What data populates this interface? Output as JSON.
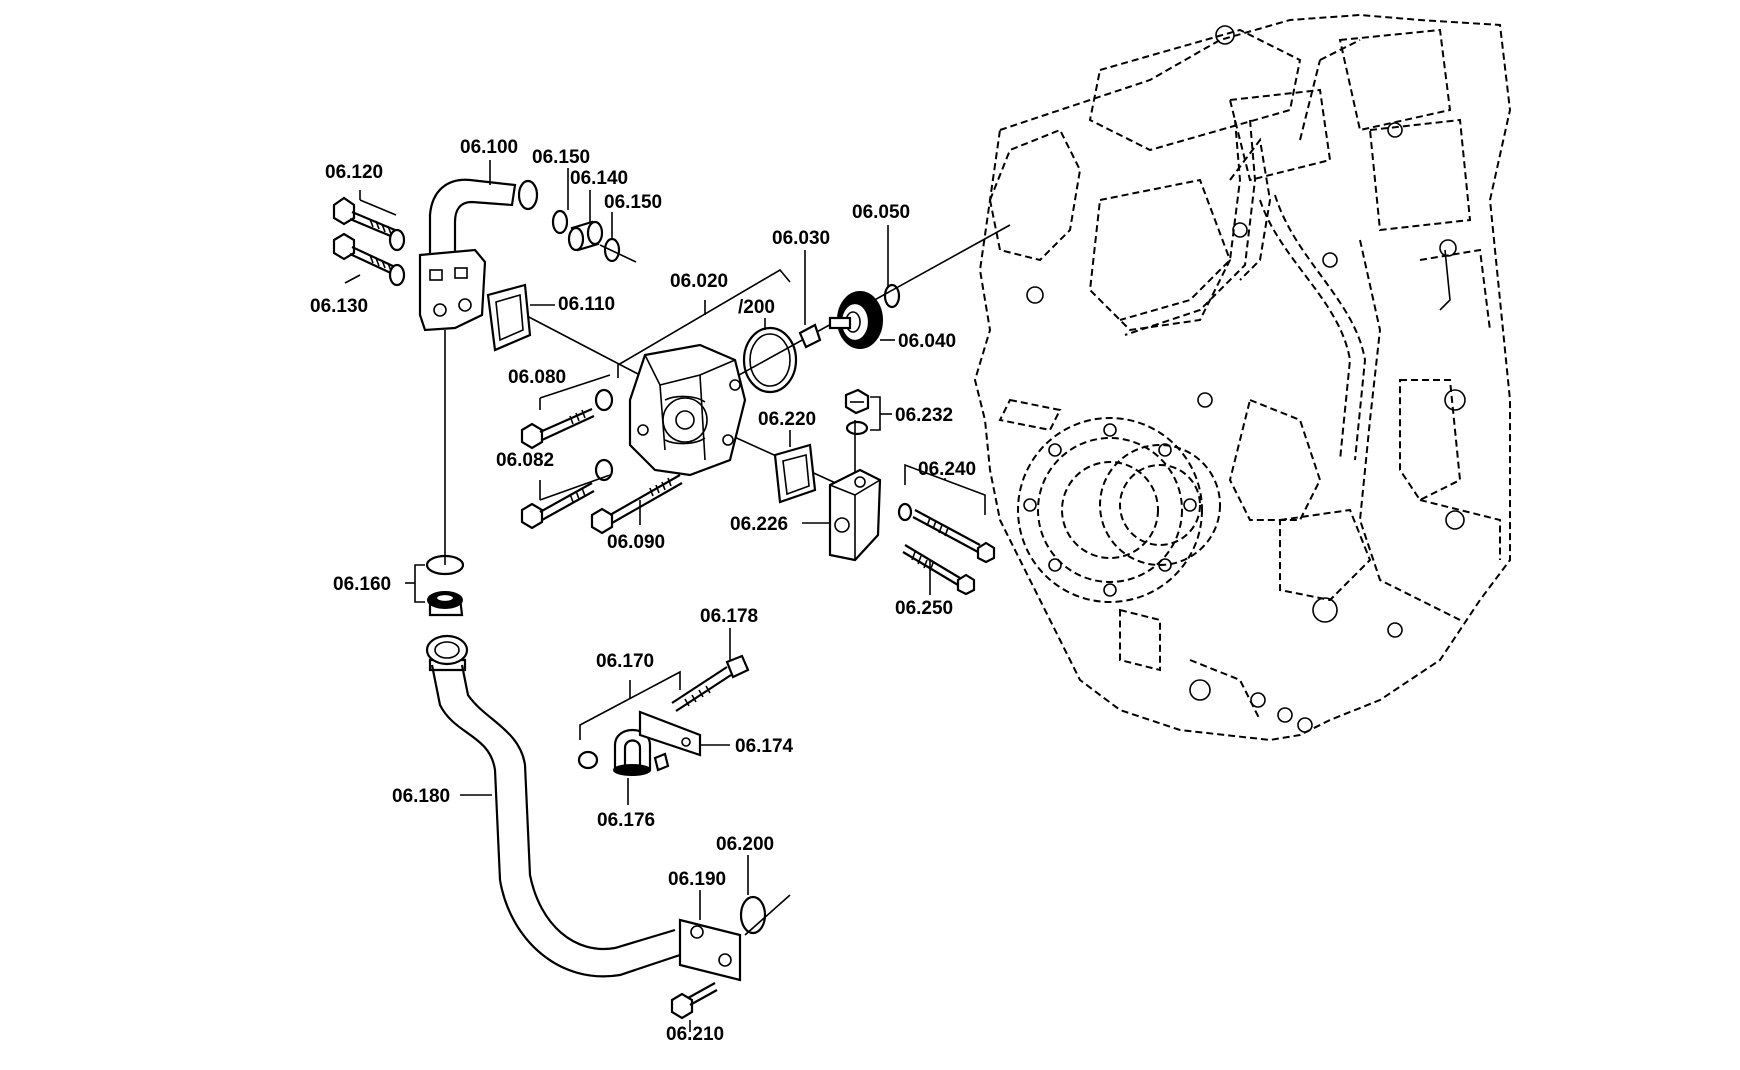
{
  "labels": {
    "p06_120": "06.120",
    "p06_130": "06.130",
    "p06_100": "06.100",
    "p06_150_a": "06.150",
    "p06_140": "06.140",
    "p06_150_b": "06.150",
    "p06_110": "06.110",
    "p06_020": "06.020",
    "p06_030": "06.030",
    "p06_200_slash": "/200",
    "p06_050": "06.050",
    "p06_040": "06.040",
    "p06_080": "06.080",
    "p06_082": "06.082",
    "p06_090": "06.090",
    "p06_220": "06.220",
    "p06_232": "06.232",
    "p06_226": "06.226",
    "p06_240": "06.240",
    "p06_250": "06.250",
    "p06_160": "06.160",
    "p06_178": "06.178",
    "p06_170": "06.170",
    "p06_174": "06.174",
    "p06_176": "06.176",
    "p06_180": "06.180",
    "p06_200": "06.200",
    "p06_190": "06.190",
    "p06_210": "06.210"
  },
  "colors": {
    "ink": "#000000",
    "paper": "#ffffff"
  }
}
